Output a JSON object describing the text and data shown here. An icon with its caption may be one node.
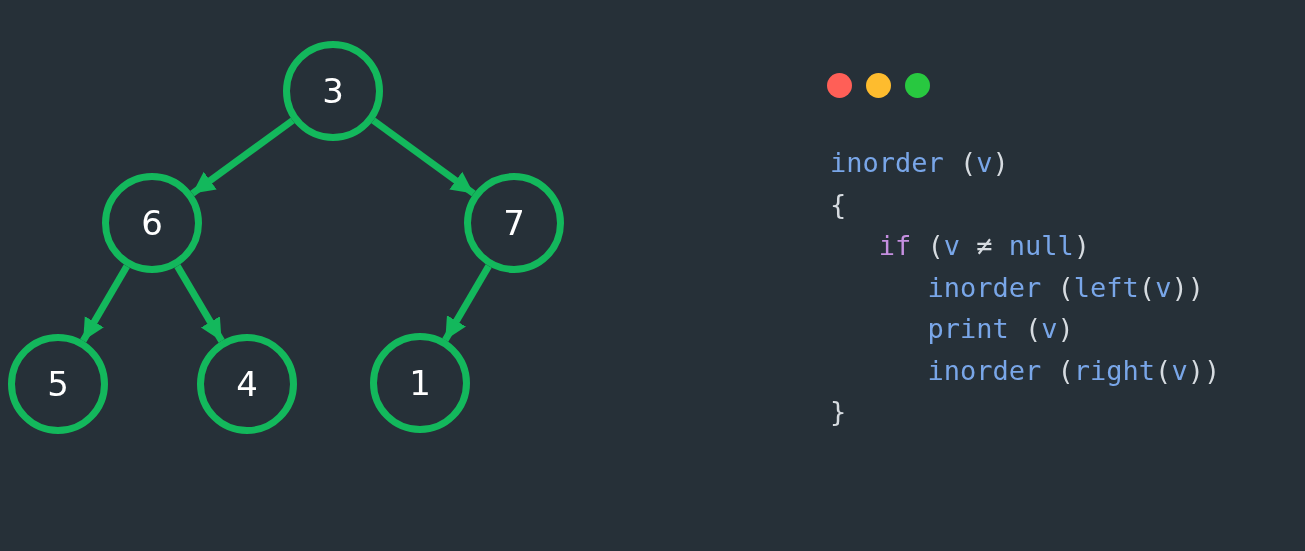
{
  "diagram": {
    "nodes": [
      {
        "text": [
          "3"
        ]
      },
      {
        "text": [
          "6"
        ]
      },
      {
        "text": [
          "7"
        ]
      },
      {
        "text": [
          "5"
        ]
      },
      {
        "text": [
          "4"
        ]
      },
      {
        "text": [
          "1"
        ]
      }
    ],
    "edges": [
      {
        "from": 0,
        "to": 1,
        "arrow": "to"
      },
      {
        "from": 0,
        "to": 2,
        "arrow": "to"
      },
      {
        "from": 1,
        "to": 3,
        "arrow": "to"
      },
      {
        "from": 1,
        "to": 4,
        "arrow": "to"
      },
      {
        "from": 2,
        "to": 5,
        "arrow": "to"
      }
    ],
    "labels": [
      "inorder (v)",
      "{",
      "if (v ≠ null)",
      "inorder (left(v))",
      "print (v)",
      "inorder (right(v))",
      "}"
    ]
  }
}
